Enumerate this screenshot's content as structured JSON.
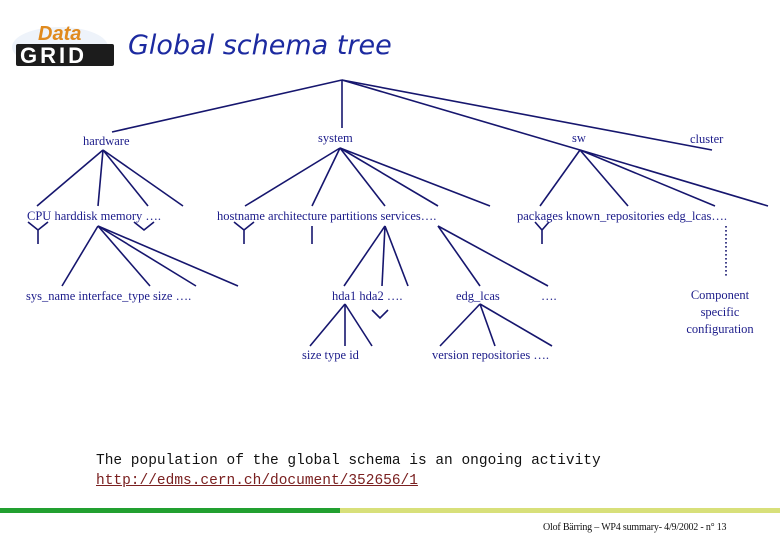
{
  "header": {
    "logo_text_top": "Data",
    "logo_text_bottom": "GRID",
    "title": "Global schema tree"
  },
  "tree": {
    "level1": [
      "hardware",
      "system",
      "sw",
      "cluster"
    ],
    "hardware_children": "CPU  harddisk  memory ….",
    "system_children": "hostname  architecture partitions  services….",
    "sw_children": "packages  known_repositories  edg_lcas….",
    "hardware_grandchildren": "sys_name  interface_type  size  ….",
    "partitions_children": "hda1  hda2  ….",
    "services_children": "edg_lcas",
    "services_more": "….",
    "component_config": "Component specific configuration",
    "hda1_children": "size  type  id",
    "edg_lcas_children": "version  repositories  …."
  },
  "note": {
    "text": "The population of the global schema is an ongoing activity",
    "link": "http://edms.cern.ch/document/352656/1"
  },
  "footer": {
    "text": "Olof Bärring – WP4 summary- 4/9/2002 - n° 13"
  },
  "colors": {
    "title": "#1c2aa0",
    "tree_lines": "#16166e",
    "labels": "#1c1c8a",
    "bar_green": "#22a030",
    "bar_yellow": "#d8e07a"
  }
}
